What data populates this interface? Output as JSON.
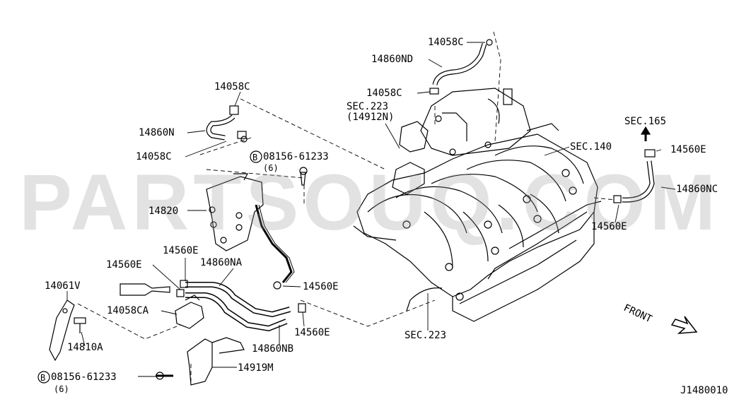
{
  "watermark": "PARTSOUQ.COM",
  "diagram_id": "J1480010",
  "front_label": "FRONT",
  "parts": {
    "p14058C_top": "14058C",
    "p14860ND": "14860ND",
    "p14058C_mid": "14058C",
    "sec223_upper": "SEC.223",
    "p14912N": "(14912N)",
    "sec165": "SEC.165",
    "p14560E_r1": "14560E",
    "sec140": "SEC.140",
    "p14860NC": "14860NC",
    "p14560E_r2": "14560E",
    "p14058C_left1": "14058C",
    "p14860N": "14860N",
    "p14058C_left2": "14058C",
    "bolt1_code": "08156-61233",
    "bolt1_qty": "(6)",
    "p14820": "14820",
    "p14560E_a": "14560E",
    "p14560E_b": "14560E",
    "p14860NA": "14860NA",
    "p14560E_c": "14560E",
    "p14061V": "14061V",
    "p14058CA": "14058CA",
    "p14560E_d": "14560E",
    "p14810A": "14810A",
    "p14860NB": "14860NB",
    "sec223_lower": "SEC.223",
    "p14919M": "14919M",
    "bolt2_code": "08156-61233",
    "bolt2_qty": "(6)",
    "bolt_symbol": "B"
  }
}
